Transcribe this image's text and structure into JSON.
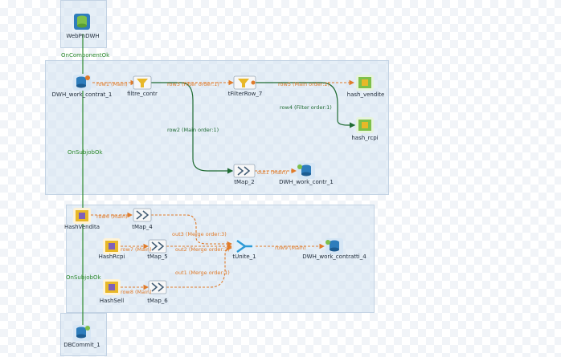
{
  "colors": {
    "subjob_fill": "#d2e1f0",
    "main_flow": "#e07b2a",
    "lookup_flow": "#e07b2a",
    "filter_flow": "#1f6b33",
    "trigger_flow": "#2d8a2d",
    "trigger_text": "#2d8a2d",
    "flow_text": "#e07b2a",
    "filter_text": "#1f6b33"
  },
  "components": {
    "dbconn": {
      "label": "WebPnDWH",
      "icon": "database-connection-icon"
    },
    "input": {
      "label": "DWH_work_contrat_1",
      "icon": "database-input-icon"
    },
    "filtre": {
      "label": "filtre_contr",
      "icon": "filter-columns-icon"
    },
    "filterrow": {
      "label": "tFilterRow_7",
      "icon": "filter-row-icon"
    },
    "hash_vendite": {
      "label": "hash_vendite",
      "icon": "hash-output-icon"
    },
    "hash_rcpi": {
      "label": "hash_rcpi",
      "icon": "hash-output-icon"
    },
    "tmap2": {
      "label": "tMap_2",
      "icon": "tmap-icon"
    },
    "dwh_contr": {
      "label": "DWH_work_contr_1",
      "icon": "database-output-icon"
    },
    "hashinput": {
      "label": "HashVendita",
      "icon": "hash-input-icon"
    },
    "tmap4": {
      "label": "tMap_4",
      "icon": "tmap-icon"
    },
    "hashrcpi": {
      "label": "HashRcpi",
      "icon": "hash-input-icon"
    },
    "tmap5": {
      "label": "tMap_5",
      "icon": "tmap-icon"
    },
    "tunite": {
      "label": "tUnite_1",
      "icon": "unite-icon"
    },
    "dwh_contratti": {
      "label": "DWH_work_contratti_4",
      "icon": "database-output-icon"
    },
    "hashsell": {
      "label": "HashSell",
      "icon": "hash-input-icon"
    },
    "tmap6": {
      "label": "tMap_6",
      "icon": "tmap-icon"
    },
    "commit": {
      "label": "DBCommit_1",
      "icon": "database-commit-icon"
    }
  },
  "flows": {
    "row1": "row1 (Main)",
    "row2": "row2 (Main order:1)",
    "row3": "row3 (Filter order:1)",
    "row4": "row4 (Filter order:1)",
    "row5": "row5 (Main order:2)",
    "row6": "row6 (Main)",
    "row7": "row7 (Main)",
    "row8": "row8 (Main)",
    "row9": "row9 (Main)",
    "out1": "out1 (Merge order:1)",
    "out2": "out2 (Merge order:2)",
    "out3": "out3 (Merge order:3)",
    "out_dwh": "out1 (Main)"
  },
  "triggers": {
    "on_component_ok": "OnComponentOk",
    "on_subjob_ok_1": "OnSubjobOk",
    "on_subjob_ok_2": "OnSubjobOk"
  }
}
